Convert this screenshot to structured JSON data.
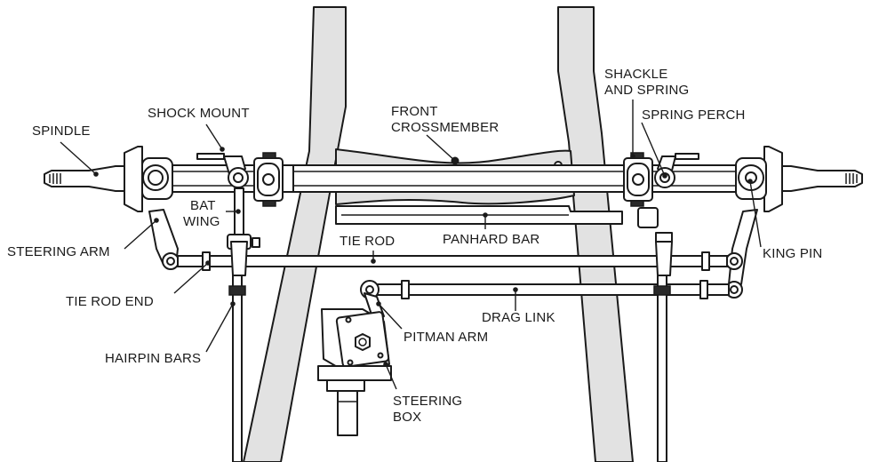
{
  "labels": {
    "spindle": "SPINDLE",
    "shock_mount": "SHOCK MOUNT",
    "front_crossmember_1": "FRONT",
    "front_crossmember_2": "CROSSMEMBER",
    "shackle_1": "SHACKLE",
    "shackle_2": "AND SPRING",
    "spring_perch": "SPRING PERCH",
    "bat_wing_1": "BAT",
    "bat_wing_2": "WING",
    "steering_arm": "STEERING ARM",
    "tie_rod": "TIE ROD",
    "panhard_bar": "PANHARD BAR",
    "king_pin": "KING PIN",
    "tie_rod_end": "TIE ROD END",
    "drag_link": "DRAG LINK",
    "pitman_arm": "PITMAN  ARM",
    "hairpin_bars": "HAIRPIN BARS",
    "steering_box_1": "STEERING",
    "steering_box_2": "BOX"
  }
}
